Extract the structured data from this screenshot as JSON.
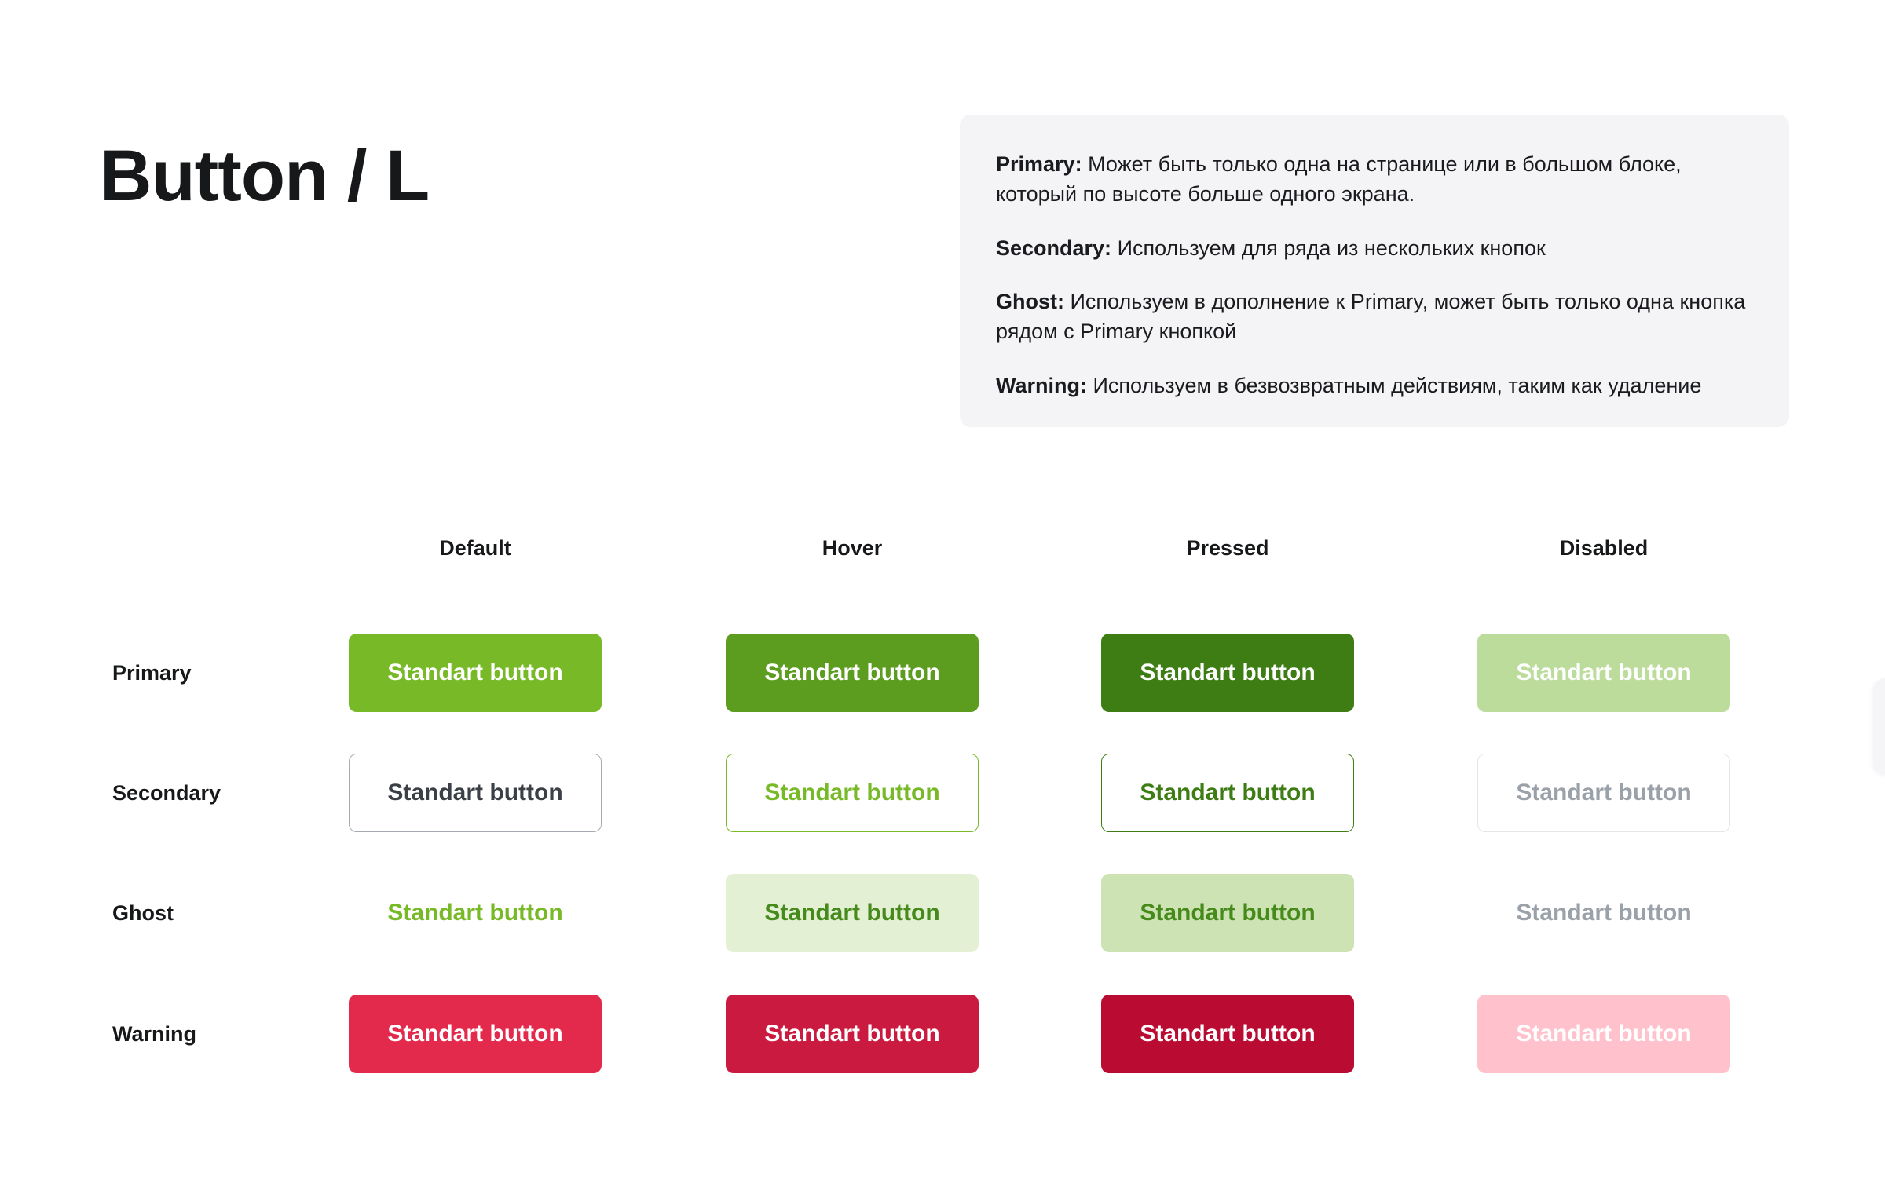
{
  "page": {
    "title": "Button / L",
    "background": "#ffffff"
  },
  "info_box": {
    "background": "#f4f4f6",
    "items": [
      {
        "term": "Primary:",
        "description": "Может быть только одна на странице или в большом блоке, который по высоте больше одного экрана."
      },
      {
        "term": "Secondary:",
        "description": "Используем для ряда из нескольких кнопок"
      },
      {
        "term": "Ghost:",
        "description": "Используем в дополнение к Primary, может быть только одна кнопка рядом с Primary кнопкой"
      },
      {
        "term": "Warning:",
        "description": "Используем в безвозвратным действиям, таким как удаление"
      }
    ]
  },
  "matrix": {
    "button_label": "Standart button",
    "columns": [
      {
        "label": "Default"
      },
      {
        "label": "Hover"
      },
      {
        "label": "Pressed"
      },
      {
        "label": "Disabled"
      }
    ],
    "rows": [
      {
        "label": "Primary",
        "states": [
          {
            "state": "default",
            "bg": "#78B928",
            "fg": "#FFFFFF",
            "border": "transparent"
          },
          {
            "state": "hover",
            "bg": "#5C9D20",
            "fg": "#FFFFFF",
            "border": "transparent"
          },
          {
            "state": "pressed",
            "bg": "#3E7D14",
            "fg": "#FFFFFF",
            "border": "transparent"
          },
          {
            "state": "disabled",
            "bg": "#BCDC9B",
            "fg": "#FFFFFF",
            "border": "transparent"
          }
        ]
      },
      {
        "label": "Secondary",
        "states": [
          {
            "state": "default",
            "bg": "#FFFFFF",
            "fg": "#3B4047",
            "border": "#A6ABB2"
          },
          {
            "state": "hover",
            "bg": "#FFFFFF",
            "fg": "#78B928",
            "border": "#78B928"
          },
          {
            "state": "pressed",
            "bg": "#FFFFFF",
            "fg": "#3E7D14",
            "border": "#3E7D14"
          },
          {
            "state": "disabled",
            "bg": "#FFFFFF",
            "fg": "#9BA1A9",
            "border": "#E4E6E9"
          }
        ]
      },
      {
        "label": "Ghost",
        "states": [
          {
            "state": "default",
            "bg": "transparent",
            "fg": "#78B928",
            "border": "transparent"
          },
          {
            "state": "hover",
            "bg": "#E4F0D3",
            "fg": "#468A1C",
            "border": "transparent"
          },
          {
            "state": "pressed",
            "bg": "#CDE3B4",
            "fg": "#468A1C",
            "border": "transparent"
          },
          {
            "state": "disabled",
            "bg": "transparent",
            "fg": "#9BA1A9",
            "border": "transparent"
          }
        ]
      },
      {
        "label": "Warning",
        "states": [
          {
            "state": "default",
            "bg": "#E32A4D",
            "fg": "#FFFFFF",
            "border": "transparent"
          },
          {
            "state": "hover",
            "bg": "#CB1A3F",
            "fg": "#FFFFFF",
            "border": "transparent"
          },
          {
            "state": "pressed",
            "bg": "#BA0C33",
            "fg": "#FFFFFF",
            "border": "transparent"
          },
          {
            "state": "disabled",
            "bg": "#FFC2CC",
            "fg": "#FFFFFF",
            "border": "transparent"
          }
        ]
      }
    ]
  }
}
